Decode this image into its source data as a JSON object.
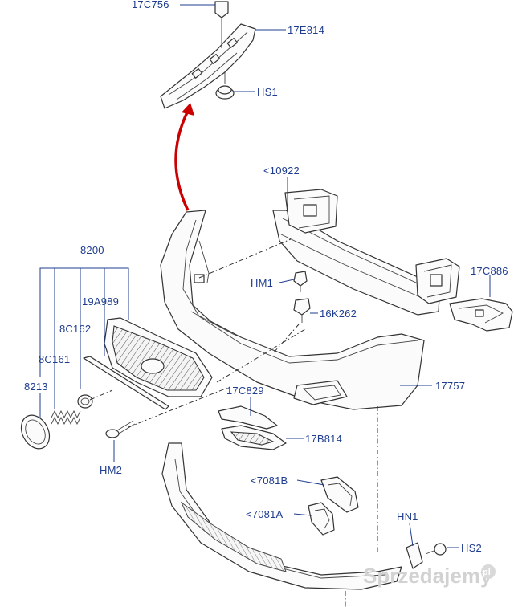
{
  "labels": {
    "p17c756": "17C756",
    "p17e814": "17E814",
    "hs1": "HS1",
    "p10922": "<10922",
    "p17c886": "17C886",
    "p8200": "8200",
    "p19a989": "19A989",
    "hm1": "HM1",
    "p16k262": "16K262",
    "p8c162": "8C162",
    "p8c161": "8C161",
    "p8213": "8213",
    "p17757": "17757",
    "p17c829": "17C829",
    "p17b814": "17B814",
    "hm2": "HM2",
    "p7081b": "<7081B",
    "p7081a": "<7081A",
    "hn1": "HN1",
    "hs2": "HS2"
  },
  "watermark": {
    "text": "Sprzedajemy",
    "suffix": "pl"
  },
  "colors": {
    "label": "#1f3d8f",
    "arrow": "#cc0000"
  }
}
